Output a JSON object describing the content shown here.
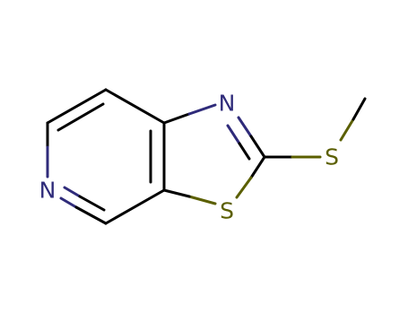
{
  "colors": {
    "background": "#ffffff",
    "carbon_bond": "#000000",
    "nitrogen": "#2f2b7a",
    "sulfur": "#5b5f00"
  },
  "atoms": {
    "n_pyridine": "N",
    "n_thiazole": "N",
    "s_ring": "S",
    "s_methylthio": "S"
  }
}
